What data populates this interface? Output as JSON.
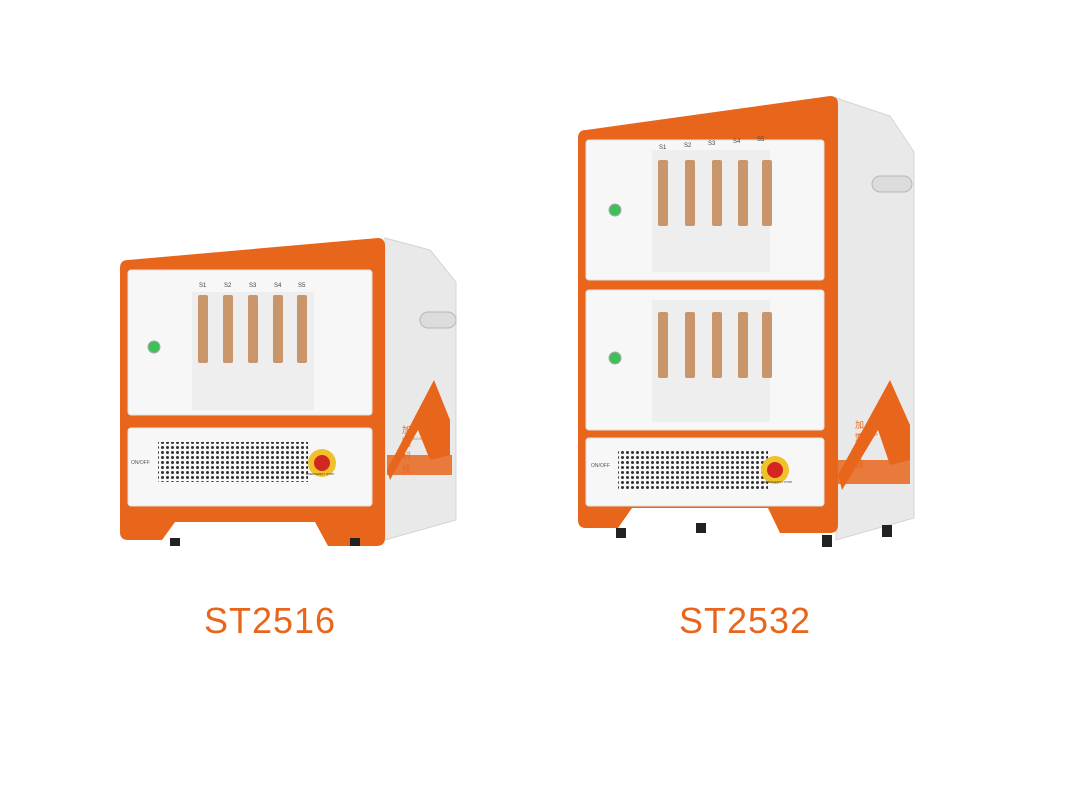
{
  "products": [
    {
      "model": "ST2516",
      "slot_labels": [
        "S1",
        "S2",
        "S3",
        "S4",
        "S5"
      ],
      "onoff_label": "ON/OFF",
      "estop_label": "EMERGENCY STOP",
      "brand_cn": "加速科技",
      "brand_en": "SPEEDCHIP"
    },
    {
      "model": "ST2532",
      "slot_labels": [
        "S1",
        "S2",
        "S3",
        "S4",
        "S5"
      ],
      "onoff_label": "ON/OFF",
      "estop_label": "EMERGENCY STOP",
      "brand_cn": "加速科技",
      "brand_en": "SPEEDCHIP"
    }
  ],
  "colors": {
    "accent": "#e8661c",
    "chassis": "#f4f4f4",
    "connector": "#c9956a"
  }
}
